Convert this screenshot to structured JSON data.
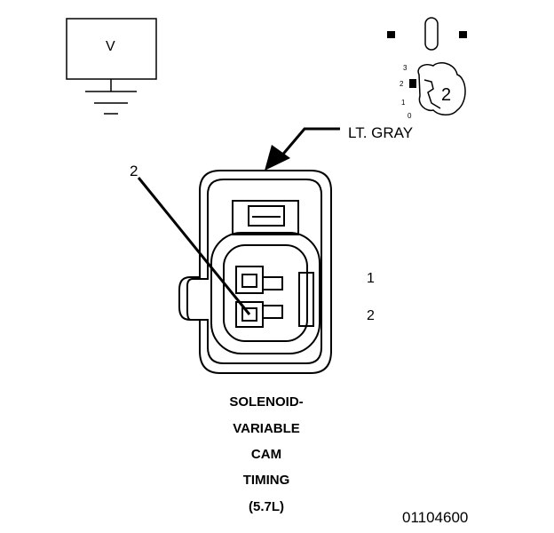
{
  "meter": {
    "label": "V"
  },
  "connector": {
    "color": "LT. GRAY",
    "callout_pin": "2",
    "pin_labels": [
      "1",
      "2"
    ]
  },
  "ignition": {
    "positions": [
      "3",
      "2",
      "1",
      "0"
    ],
    "key_label": "2"
  },
  "title_lines": [
    "SOLENOID-",
    "VARIABLE",
    "CAM",
    "TIMING",
    "(5.7L)"
  ],
  "figure_id": "01104600"
}
